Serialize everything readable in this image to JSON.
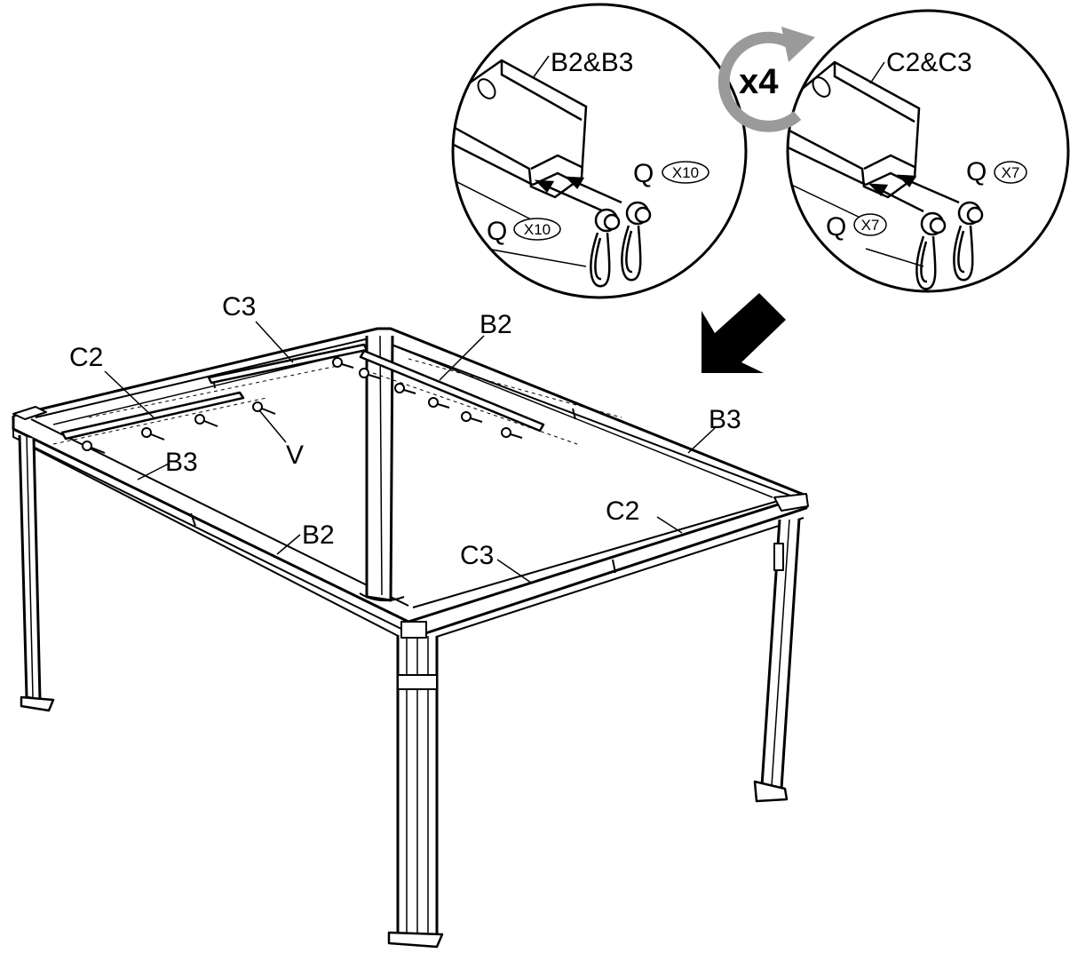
{
  "detail_left": {
    "part_label": "B2&B3",
    "clip_letter": "Q",
    "clip_count_top": "X10",
    "clip_count_bottom": "X10"
  },
  "detail_right": {
    "part_label": "C2&C3",
    "clip_letter": "Q",
    "clip_count_top": "X7",
    "clip_count_bottom": "X7"
  },
  "repeat": {
    "label": "x4"
  },
  "frame_labels": {
    "c3_back": "C3",
    "c2_left": "C2",
    "b2_back": "B2",
    "b3_left": "B3",
    "v_screw": "V",
    "b3_right": "B3",
    "b2_front": "B2",
    "c2_right": "C2",
    "c3_front": "C3"
  },
  "colors": {
    "line": "#000000",
    "arrow_gray": "#9a9a9a",
    "background": "#ffffff"
  }
}
